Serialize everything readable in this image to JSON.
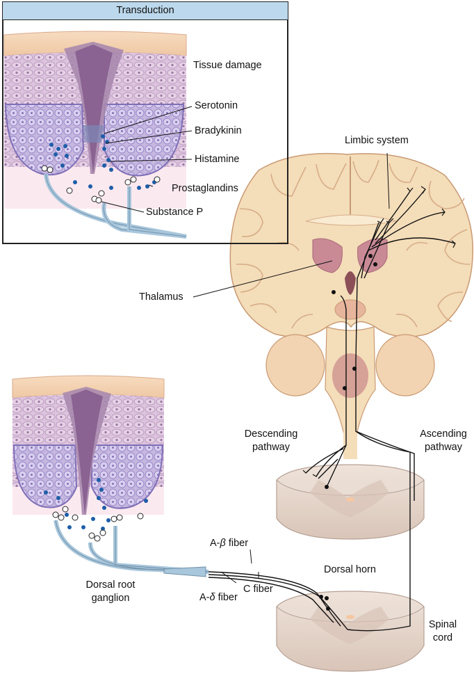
{
  "inset": {
    "title": "Transduction"
  },
  "labels": {
    "tissue_damage": "Tissue damage",
    "serotonin": "Serotonin",
    "bradykinin": "Bradykinin",
    "histamine": "Histamine",
    "prostaglandins": "Prostaglandins",
    "substance_p": "Substance P",
    "limbic_system": "Limbic system",
    "thalamus": "Thalamus",
    "descending_line1": "Descending",
    "descending_line2": "pathway",
    "ascending_line1": "Ascending",
    "ascending_line2": "pathway",
    "a_beta_prefix": "A-",
    "a_beta_symbol": "β",
    "a_beta_suffix": " fiber",
    "a_delta_prefix": "A-",
    "a_delta_symbol": "δ",
    "a_delta_suffix": " fiber",
    "c_fiber": "C fiber",
    "dorsal_horn": "Dorsal horn",
    "drg_line1": "Dorsal root",
    "drg_line2": "ganglion",
    "spinal_line1": "Spinal",
    "spinal_line2": "cord"
  },
  "colors": {
    "skin_top": "#f1c9a6",
    "epidermis": "#c7a0c6",
    "dermis_cells": "#b69bd0",
    "wound": "#9c7aa8",
    "nerve_fiber": "#a9c7dc",
    "mediator_dot": "#1e5ea8",
    "brain_tissue": "#f4ddb9",
    "brain_outline": "#c89a73",
    "thalamus_fill": "#c98a96",
    "spinal_cord": "#e6d8cf",
    "box_title_bg": "#bcd8ec"
  }
}
